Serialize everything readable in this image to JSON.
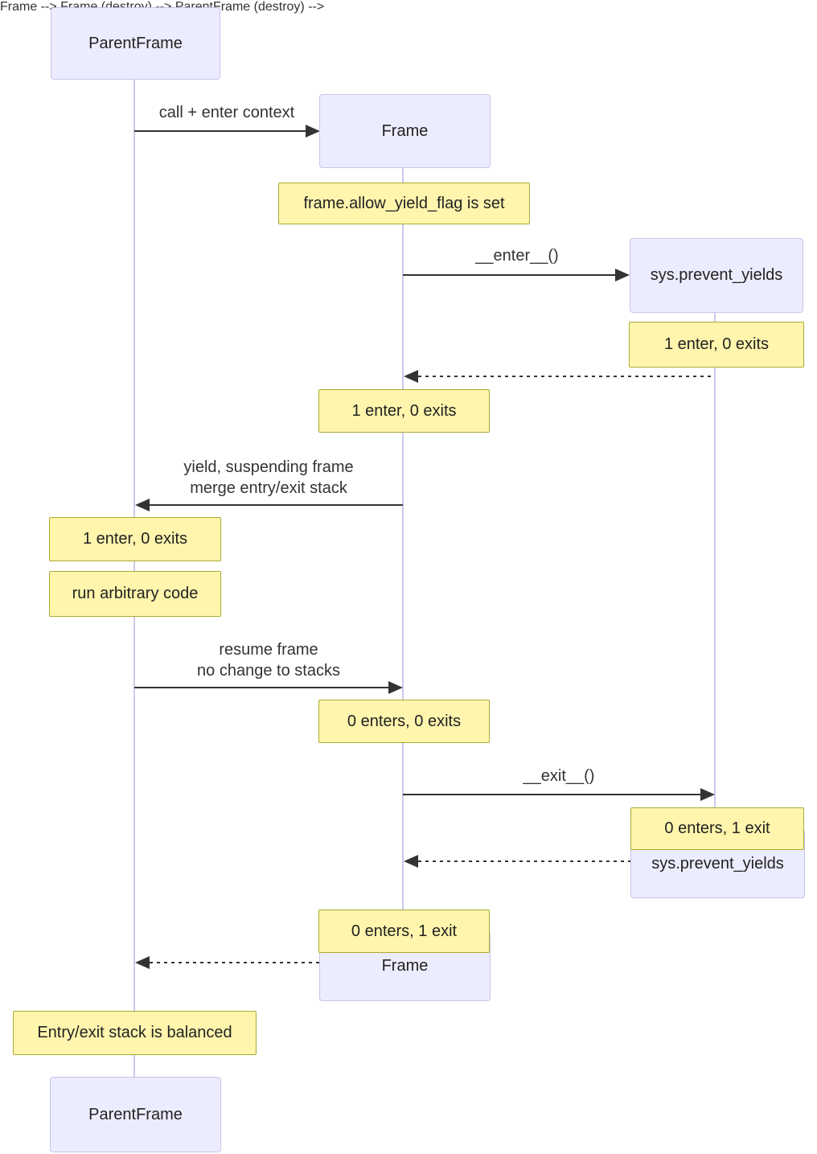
{
  "actors": {
    "parent_top": "ParentFrame",
    "frame_top": "Frame",
    "sys_top": "sys.prevent_yields",
    "sys_end": "sys.prevent_yields",
    "frame_end": "Frame",
    "parent_bottom": "ParentFrame"
  },
  "messages": {
    "call_enter_context": "call + enter context",
    "enter": "__enter__()",
    "yield_line1": "yield, suspending frame",
    "yield_line2": "merge entry/exit stack",
    "resume_line1": "resume frame",
    "resume_line2": "no change to stacks",
    "exit": "__exit__()"
  },
  "notes": {
    "allow_yield_flag": "frame.allow_yield_flag is set",
    "sys_1_enter_0_exits": "1 enter, 0 exits",
    "frame_1_enter_0_exits": "1 enter, 0 exits",
    "parent_1_enter_0_exits": "1 enter, 0 exits",
    "run_arbitrary_code": "run arbitrary code",
    "frame_0_enters_0_exits": "0 enters, 0 exits",
    "sys_0_enters_1_exit": "0 enters, 1 exit",
    "frame_0_enters_1_exit": "0 enters, 1 exit",
    "balanced": "Entry/exit stack is balanced"
  },
  "colors": {
    "background": "#FFFFFF",
    "actor_fill": "#ECECFF",
    "actor_border": "#C9C4EA",
    "note_fill": "#FFF5AD",
    "note_border": "#AAAA33",
    "lifeline": "#CFC8EC",
    "arrow": "#333333",
    "text": "#333333"
  }
}
